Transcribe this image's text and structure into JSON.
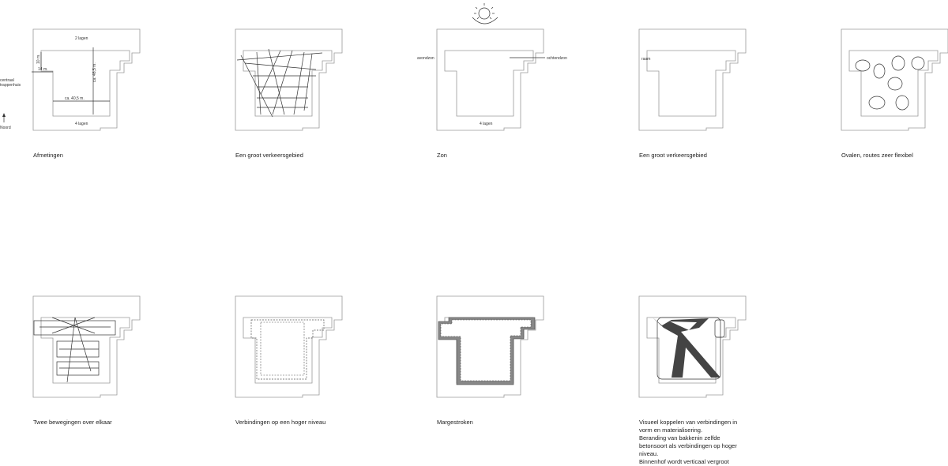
{
  "row1": [
    {
      "caption": "Afmetingen"
    },
    {
      "caption": "Een groot verkeersgebied"
    },
    {
      "caption": "Zon"
    },
    {
      "caption": "Een groot verkeersgebied"
    },
    {
      "caption": "Ovalen, routes zeer flexibel"
    }
  ],
  "row2": [
    {
      "caption": "Twee bewegingen over elkaar"
    },
    {
      "caption": "Verbindingen op een hoger niveau"
    },
    {
      "caption": "Margestroken"
    },
    {
      "caption_lines": [
        "Visueel koppelen van verbindingen in vorm en materialisering.",
        "Beranding van bakkenin zelfde betonsoort als verbindingen op hoger niveau.",
        "Binnenhof wordt verticaal vergroot"
      ]
    }
  ],
  "labels": {
    "top_layers": "2 lagen",
    "bottom_layers": "4 lagen",
    "dim_10": "10 m.",
    "dim_14": "14 m.",
    "dim_48": "ca. 48,5 m.",
    "dim_40": "ca. 40,5 m.",
    "stair_1": "centraal",
    "stair_2": "trappenhuis",
    "north": "Noord",
    "evening_sun": "avondzon",
    "morning_sun": "ochtendzon",
    "room": "raam",
    "zon_layers": "4 lagen"
  }
}
